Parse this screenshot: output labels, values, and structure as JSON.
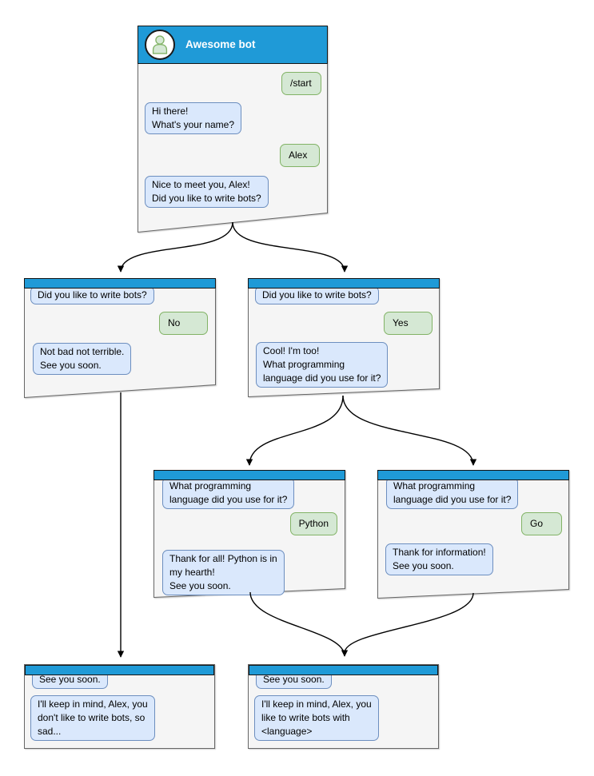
{
  "colors": {
    "titlebar_blue": "#1f9ad7",
    "window_body": "#f5f5f5",
    "window_border": "#666666",
    "bot_bubble_bg": "#dae8fc",
    "bot_bubble_border": "#6c8ebf",
    "user_bubble_bg": "#d5e8d4",
    "user_bubble_border": "#82b366",
    "arrow_color": "#000000"
  },
  "windows": [
    {
      "id": "main",
      "title": "Awesome bot",
      "messages": [
        {
          "role": "user",
          "text": "/start"
        },
        {
          "role": "bot",
          "text": "Hi there!\nWhat's your name?"
        },
        {
          "role": "user",
          "text": "Alex"
        },
        {
          "role": "bot",
          "text": "Nice to meet you, Alex!\nDid you like to write bots?"
        }
      ]
    },
    {
      "id": "branch-no",
      "messages": [
        {
          "role": "bot",
          "text": "Did you like to write bots?"
        },
        {
          "role": "user",
          "text": "No"
        },
        {
          "role": "bot",
          "text": "Not bad not terrible.\nSee you soon."
        }
      ]
    },
    {
      "id": "branch-yes",
      "messages": [
        {
          "role": "bot",
          "text": "Did you like to write bots?"
        },
        {
          "role": "user",
          "text": "Yes"
        },
        {
          "role": "bot",
          "text": "Cool! I'm too!\nWhat programming\nlanguage did you use for it?"
        }
      ]
    },
    {
      "id": "lang-python",
      "messages": [
        {
          "role": "bot",
          "text": "What programming\nlanguage did you use for it?"
        },
        {
          "role": "user",
          "text": "Python"
        },
        {
          "role": "bot",
          "text": "Thank for all! Python is in\nmy hearth!\nSee you soon."
        }
      ]
    },
    {
      "id": "lang-go",
      "messages": [
        {
          "role": "bot",
          "text": "What programming\nlanguage did you use for it?"
        },
        {
          "role": "user",
          "text": "Go"
        },
        {
          "role": "bot",
          "text": "Thank for information!\nSee you soon."
        }
      ]
    },
    {
      "id": "end-no",
      "messages": [
        {
          "role": "bot",
          "text": "See you soon."
        },
        {
          "role": "bot",
          "text": "I'll keep in mind, Alex, you\ndon't like to write bots, so\nsad..."
        }
      ]
    },
    {
      "id": "end-yes",
      "messages": [
        {
          "role": "bot",
          "text": "See you soon."
        },
        {
          "role": "bot",
          "text": "I'll keep in mind, Alex, you\nlike to write bots with\n<language>"
        }
      ]
    }
  ],
  "edges": [
    {
      "from": "main",
      "to": "branch-no"
    },
    {
      "from": "main",
      "to": "branch-yes"
    },
    {
      "from": "branch-no",
      "to": "end-no"
    },
    {
      "from": "branch-yes",
      "to": "lang-python"
    },
    {
      "from": "branch-yes",
      "to": "lang-go"
    },
    {
      "from": "lang-python",
      "to": "end-yes"
    },
    {
      "from": "lang-go",
      "to": "end-yes"
    }
  ]
}
